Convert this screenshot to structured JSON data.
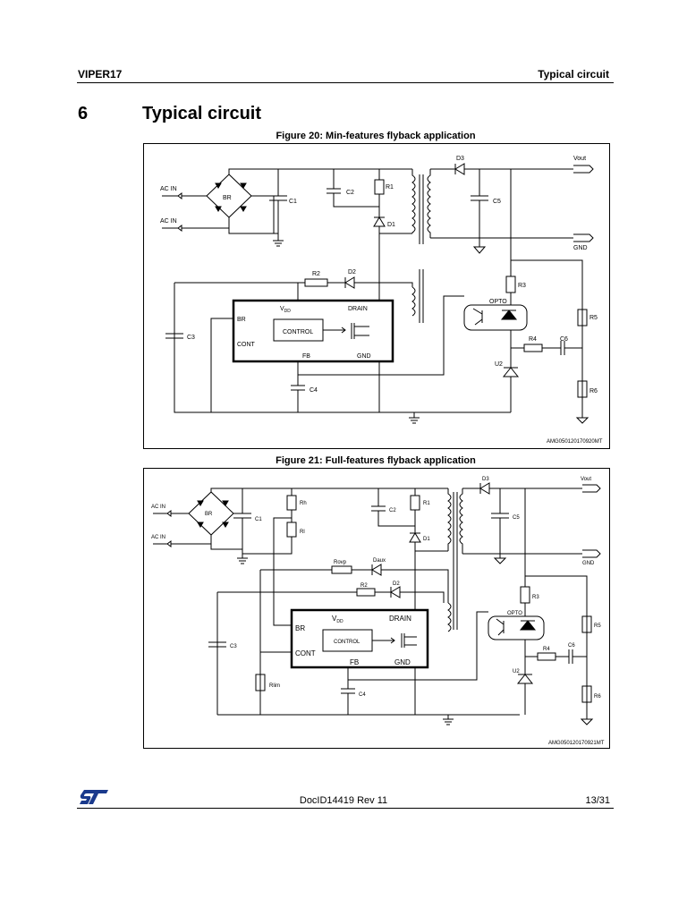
{
  "header": {
    "left": "VIPER17",
    "right": "Typical circuit"
  },
  "section": {
    "number": "6",
    "title": "Typical circuit"
  },
  "figure20": {
    "caption": "Figure 20: Min-features flyback application",
    "code": "AMG050120170920MT",
    "labels": {
      "ac_in": "AC IN",
      "br": "BR",
      "c1": "C1",
      "c2": "C2",
      "r1": "R1",
      "d1": "D1",
      "d3": "D3",
      "vout": "Vout",
      "c5": "C5",
      "gnd": "GND",
      "r2": "R2",
      "d2": "D2",
      "r3": "R3",
      "opto": "OPTO",
      "r5": "R5",
      "c3": "C3",
      "vdd": "VDD",
      "drain": "DRAIN",
      "br_pin": "BR",
      "control": "CONTROL",
      "cont": "CONT",
      "fb": "FB",
      "gnd_pin": "GND",
      "r4": "R4",
      "c6": "C6",
      "u2": "U2",
      "c4": "C4",
      "r6": "R6"
    }
  },
  "figure21": {
    "caption": "Figure 21: Full-features flyback application",
    "code": "AMG050120170921MT",
    "labels": {
      "ac_in": "AC IN",
      "br": "BR",
      "c1": "C1",
      "rh": "Rh",
      "rl": "Rl",
      "c2": "C2",
      "r1": "R1",
      "d1": "D1",
      "d3": "D3",
      "vout": "Vout",
      "c5": "C5",
      "gnd": "GND",
      "rovp": "Rovp",
      "daux": "Daux",
      "r2": "R2",
      "d2": "D2",
      "r3": "R3",
      "opto": "OPTO",
      "r5": "R5",
      "c3": "C3",
      "vdd": "VDD",
      "drain": "DRAIN",
      "br_pin": "BR",
      "control": "CONTROL",
      "cont": "CONT",
      "fb": "FB",
      "gnd_pin": "GND",
      "r4": "R4",
      "c6": "C6",
      "u2": "U2",
      "rlim": "Rlim",
      "c4": "C4",
      "r6": "R6"
    }
  },
  "footer": {
    "doc_id": "DocID14419 Rev 11",
    "page": "13/31",
    "logo_alt": "ST"
  }
}
